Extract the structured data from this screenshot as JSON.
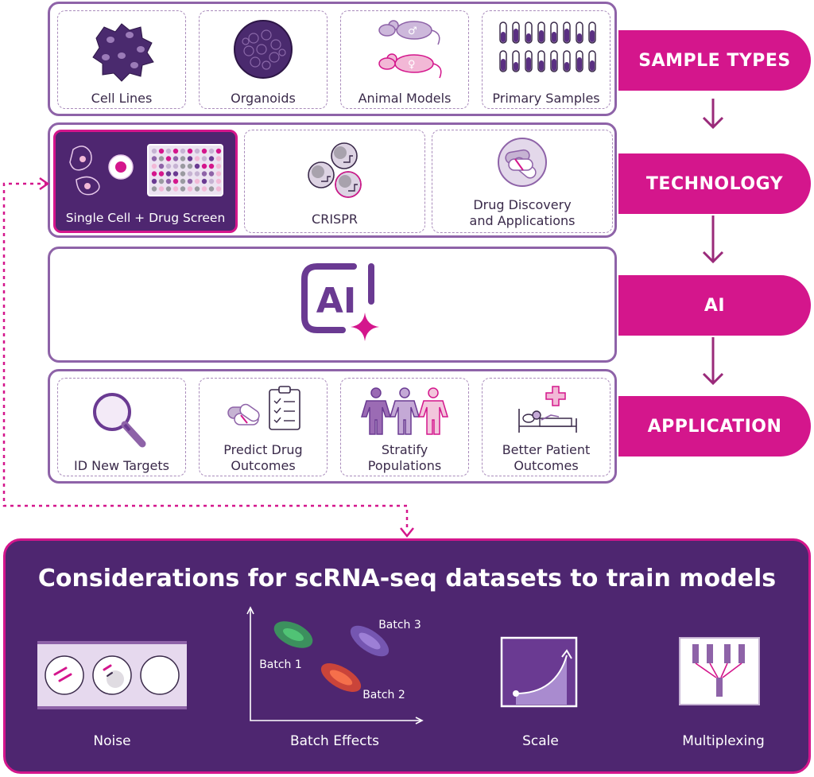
{
  "sample_types": {
    "label": "SAMPLE TYPES",
    "items": [
      {
        "label": "Cell Lines",
        "icon": "cell-lines-icon"
      },
      {
        "label": "Organoids",
        "icon": "organoid-icon"
      },
      {
        "label": "Animal Models",
        "icon": "mice-icon"
      },
      {
        "label": "Primary Samples",
        "icon": "test-tubes-icon"
      }
    ]
  },
  "technology": {
    "label": "TECHNOLOGY",
    "items": [
      {
        "label": "Single Cell + Drug Screen",
        "icon": "cells-and-plate-icon",
        "highlighted": true
      },
      {
        "label": "CRISPR",
        "icon": "crispr-cells-icon"
      },
      {
        "label": "Drug Discovery and Applications",
        "icon": "capsules-icon"
      }
    ]
  },
  "ai": {
    "label": "AI",
    "logo_text": "AI"
  },
  "application": {
    "label": "APPLICATION",
    "items": [
      {
        "label": "ID New Targets",
        "icon": "magnifier-icon"
      },
      {
        "label": "Predict Drug Outcomes",
        "icon": "pills-clipboard-icon"
      },
      {
        "label": "Stratify Populations",
        "icon": "people-icon"
      },
      {
        "label": "Better Patient Outcomes",
        "icon": "patient-bed-icon"
      }
    ]
  },
  "considerations": {
    "title": "Considerations for scRNA-seq datasets to train models",
    "items": [
      {
        "label": "Noise",
        "icon": "noise-wells-icon"
      },
      {
        "label": "Batch Effects",
        "icon": "batch-scatter-icon"
      },
      {
        "label": "Scale",
        "icon": "scale-curve-icon"
      },
      {
        "label": "Multiplexing",
        "icon": "multiplexing-icon"
      }
    ],
    "batches": [
      "Batch 1",
      "Batch 2",
      "Batch 3"
    ]
  },
  "colors": {
    "accent": "#d4168c",
    "purple": "#8e63a8",
    "dark_purple": "#4e2670",
    "deep_cell": "#4a2a6e"
  }
}
